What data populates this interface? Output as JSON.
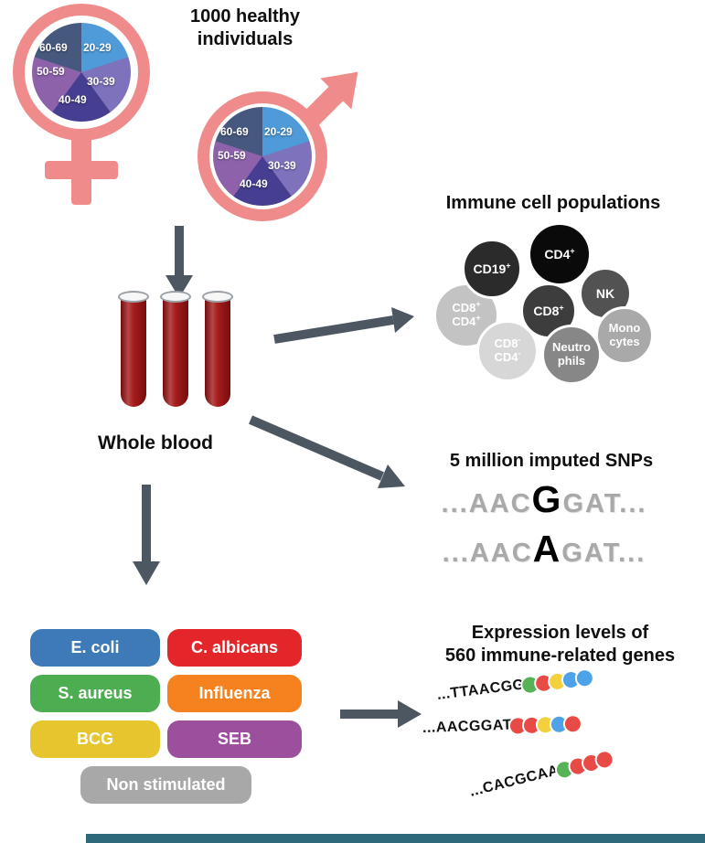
{
  "colors": {
    "gender_pink": "#f08b8b",
    "blood_red": "#a31313",
    "arrow_gray": "#4d5761",
    "footer_bar": "#2b697b"
  },
  "header": {
    "title": "1000 healthy individuals"
  },
  "age_groups": [
    "20-29",
    "30-39",
    "40-49",
    "50-59",
    "60-69"
  ],
  "pie_colors": {
    "20-29": "#4f9bd9",
    "30-39": "#7d72bb",
    "40-49": "#453e91",
    "50-59": "#8d62ab",
    "60-69": "#46587e"
  },
  "whole_blood": {
    "label": "Whole blood"
  },
  "immune": {
    "title": "Immune cell populations",
    "cells": [
      {
        "id": "cd8+cd4+",
        "l1": "CD8",
        "s1": "+",
        "l2": "CD4",
        "s2": "+",
        "bg": "#c3c3c3"
      },
      {
        "id": "cd19+",
        "l1": "CD19",
        "s1": "+",
        "l2": "",
        "s2": "",
        "bg": "#2b2b2b"
      },
      {
        "id": "nk",
        "l1": "NK",
        "s1": "",
        "l2": "",
        "s2": "",
        "bg": "#525252"
      },
      {
        "id": "cd4+",
        "l1": "CD4",
        "s1": "+",
        "l2": "",
        "s2": "",
        "bg": "#0a0a0a"
      },
      {
        "id": "cd8+",
        "l1": "CD8",
        "s1": "+",
        "l2": "",
        "s2": "",
        "bg": "#3d3d3d"
      },
      {
        "id": "monocytes",
        "l1": "Mono",
        "s1": "",
        "l2": "cytes",
        "s2": "",
        "bg": "#a9a9a9"
      },
      {
        "id": "cd8-cd4-",
        "l1": "CD8",
        "s1": "-",
        "l2": "CD4",
        "s2": "-",
        "bg": "#d7d7d7"
      },
      {
        "id": "neutrophils",
        "l1": "Neutro",
        "s1": "",
        "l2": "phils",
        "s2": "",
        "bg": "#878787"
      }
    ]
  },
  "snps": {
    "title": "5 million imputed SNPs",
    "line1": {
      "pre": "...AAC",
      "var": "G",
      "post": "GAT..."
    },
    "line2": {
      "pre": "...AAC",
      "var": "A",
      "post": "GAT..."
    }
  },
  "stimuli": {
    "items": [
      {
        "label": "E. coli",
        "bg": "#3d7ab7"
      },
      {
        "label": "C. albicans",
        "bg": "#e22629"
      },
      {
        "label": "S. aureus",
        "bg": "#4cae50"
      },
      {
        "label": "Influenza",
        "bg": "#f5821f"
      },
      {
        "label": "BCG",
        "bg": "#e6c52f"
      },
      {
        "label": "SEB",
        "bg": "#9b4f9d"
      },
      {
        "label": "Non stimulated",
        "bg": "#a8a8a8"
      }
    ]
  },
  "expression": {
    "title_line1": "Expression levels of",
    "title_line2": "560 immune-related genes",
    "rows": [
      {
        "seq": "...TTAACGG",
        "dots": [
          "#56b157",
          "#e84a45",
          "#f2d13c",
          "#4da2e8",
          "#4da2e8"
        ]
      },
      {
        "seq": "...AACGGAT",
        "dots": [
          "#e84a45",
          "#e84a45",
          "#f2d13c",
          "#4da2e8",
          "#e84a45"
        ]
      },
      {
        "seq": "...CACGCAA",
        "dots": [
          "#56b157",
          "#e84a45",
          "#e84a45",
          "#e84a45"
        ]
      }
    ]
  }
}
